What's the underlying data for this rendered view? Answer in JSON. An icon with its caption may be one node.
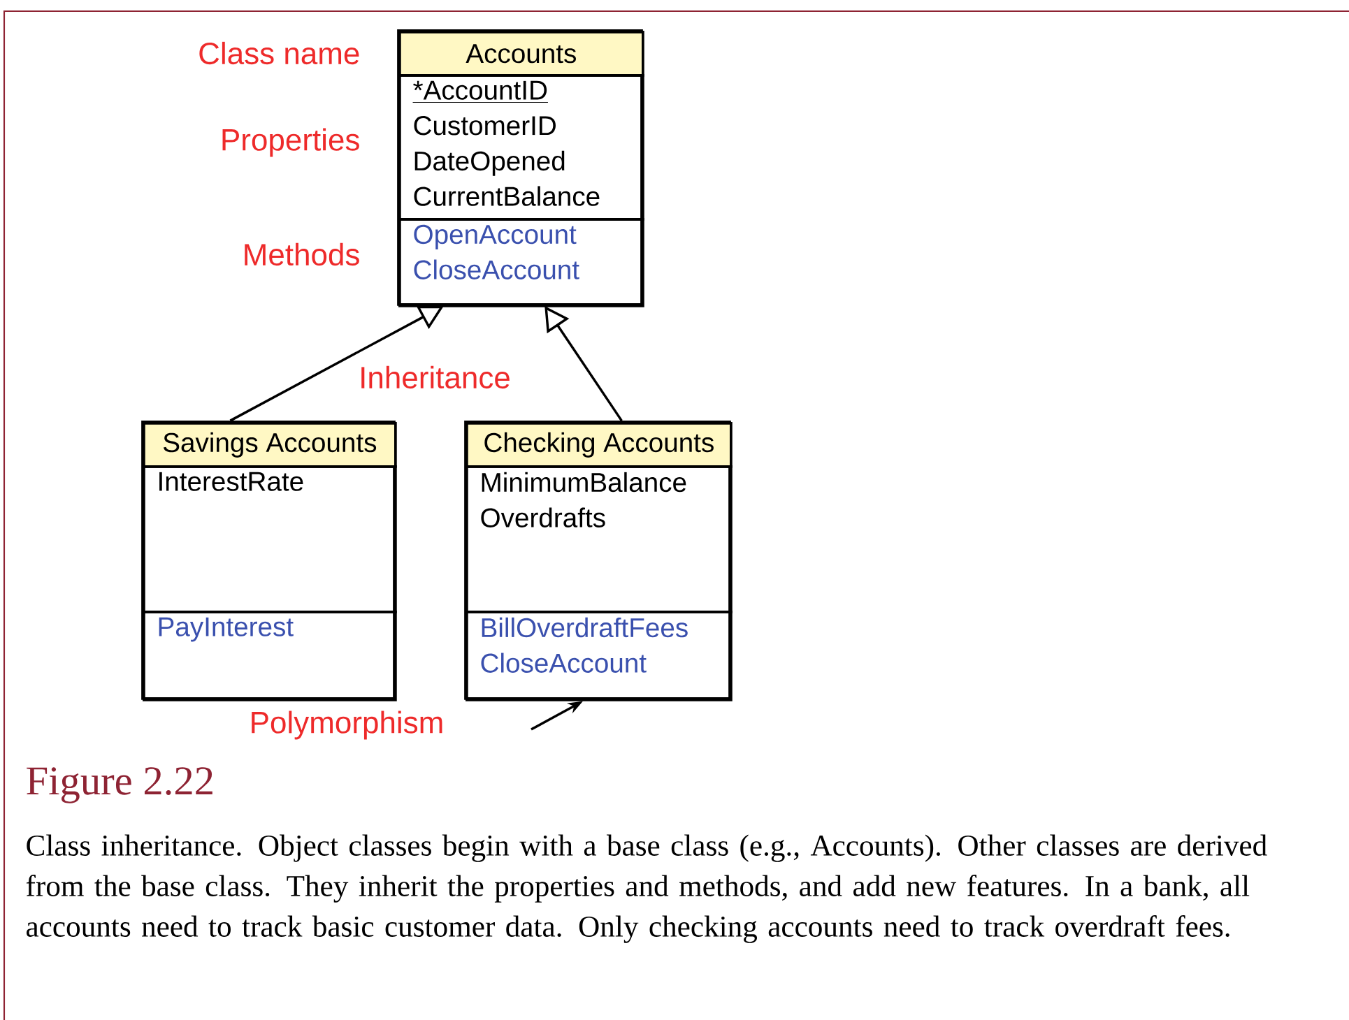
{
  "diagram": {
    "title": "Figure 2.22",
    "caption": "Class inheritance. Object classes begin with a base class (e.g., Accounts). Other classes are derived from the base class. They inherit the properties and methods, and add new features. In a bank, all accounts need to track basic customer data. Only checking accounts need to track overdraft fees.",
    "nodes": [
      {
        "text": [],
        "shape": "box"
      },
      {
        "text": [
          "Accounts"
        ],
        "in": 0
      },
      {
        "text": [
          "*AccountID",
          "CustomerID",
          "DateOpened",
          "CurrentBalance"
        ],
        "in": 0
      },
      {
        "text": [
          "OpenAccount",
          "CloseAccount"
        ],
        "in": 0
      },
      {
        "text": [],
        "shape": "box"
      },
      {
        "text": [
          "Savings Accounts"
        ],
        "in": 4
      },
      {
        "text": [
          "InterestRate"
        ],
        "in": 4
      },
      {
        "text": [
          "PayInterest"
        ],
        "in": 4
      },
      {
        "text": [],
        "shape": "box"
      },
      {
        "text": [
          "Checking Accounts"
        ],
        "in": 8
      },
      {
        "text": [
          "MinimumBalance",
          "Overdrafts"
        ],
        "in": 8
      },
      {
        "text": [
          "BillOverdraftFees",
          "CloseAccount"
        ],
        "in": 8
      }
    ],
    "edges": [
      {
        "from": 4,
        "to": 0,
        "arrow": "to"
      },
      {
        "from": 8,
        "to": 0,
        "arrow": "to"
      },
      {
        "from": null,
        "to": 11,
        "arrow": "to"
      }
    ],
    "labels": [
      "Class name",
      "Properties",
      "Methods",
      "Inheritance",
      "Polymorphism"
    ]
  }
}
